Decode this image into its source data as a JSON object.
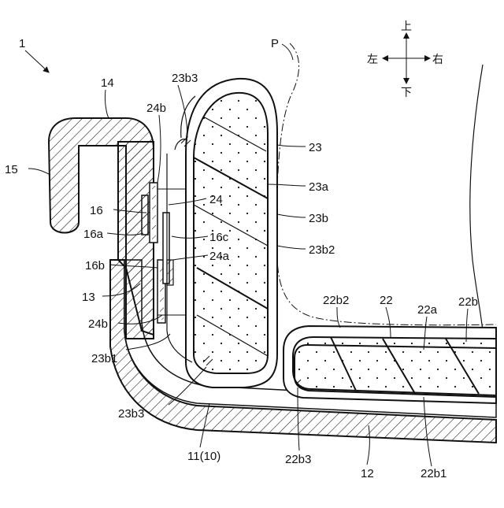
{
  "figure": {
    "ref_main": "1",
    "orientation": {
      "up": "上",
      "down": "下",
      "left": "左",
      "right": "右"
    },
    "labels": {
      "p": "P",
      "l14": "14",
      "l15": "15",
      "l16": "16",
      "l16a": "16a",
      "l16b": "16b",
      "l16c": "16c",
      "l13": "13",
      "l24": "24",
      "l24a": "24a",
      "l24b_top": "24b",
      "l24b_bot": "24b",
      "l23": "23",
      "l23a": "23a",
      "l23b": "23b",
      "l23b1": "23b1",
      "l23b2": "23b2",
      "l23b3_top": "23b3",
      "l23b3_bot": "23b3",
      "l22": "22",
      "l22a": "22a",
      "l22b": "22b",
      "l22b1": "22b1",
      "l22b2": "22b2",
      "l22b3": "22b3",
      "l11": "11(10)",
      "l12": "12"
    }
  }
}
